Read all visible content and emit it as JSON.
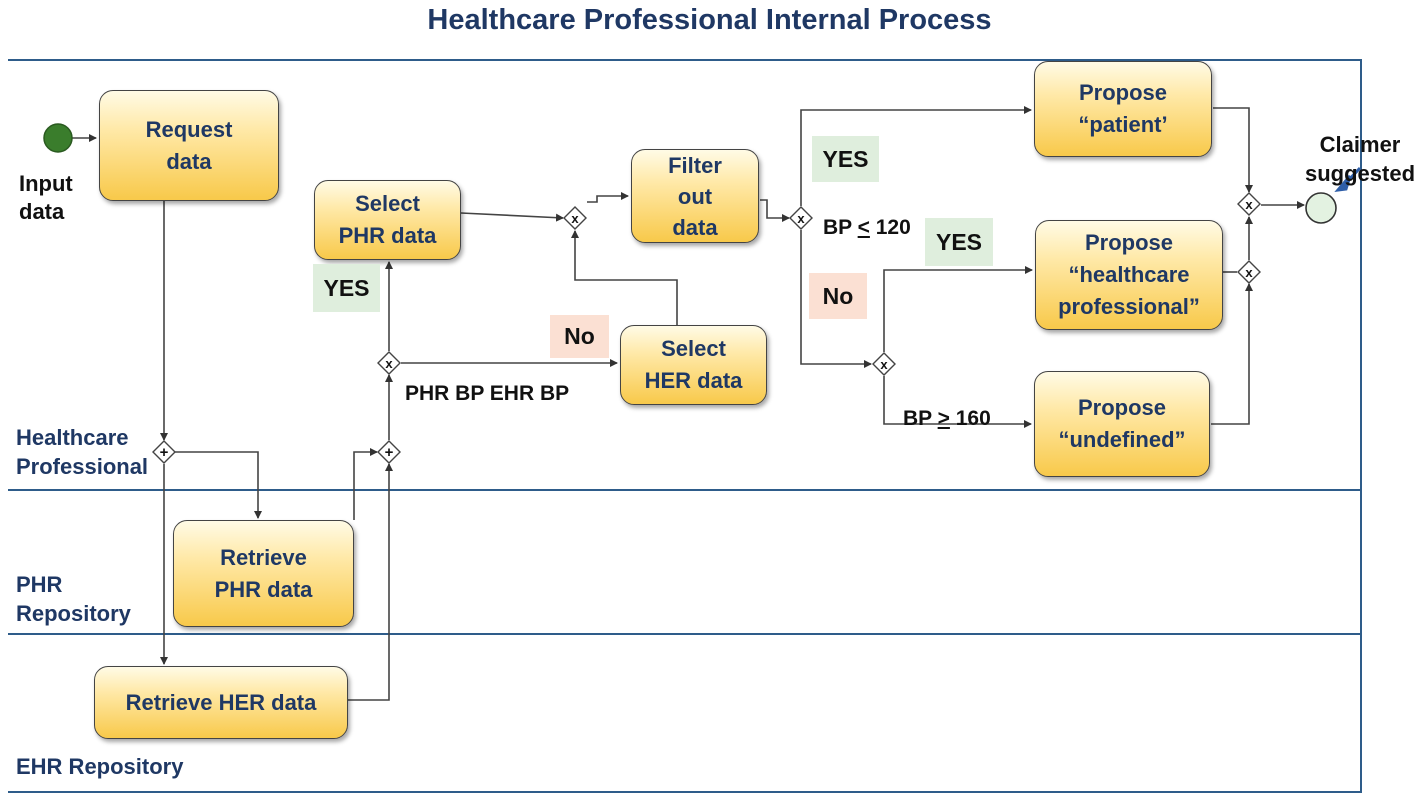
{
  "title": "Healthcare Professional Internal Process",
  "lanes": {
    "healthcare": "Healthcare\nProfessional",
    "phr": "PHR\nRepository",
    "ehr": "EHR Repository"
  },
  "events": {
    "start_label": "Input\ndata",
    "end_label": "Claimer\nsuggested"
  },
  "tasks": {
    "request_data": "Request\ndata",
    "select_phr": "Select\nPHR data",
    "filter_out": "Filter\nout\ndata",
    "select_her": "Select\nHER data",
    "propose_patient": "Propose\n“patient’",
    "propose_hp": "Propose\n“healthcare\nprofessional”",
    "propose_undefined": "Propose\n“undefined”",
    "retrieve_phr": "Retrieve\nPHR data",
    "retrieve_her": "Retrieve HER data"
  },
  "conditions": {
    "phr_ehr_bp": "PHR BP EHR BP",
    "bp_le_120_prefix": "BP ",
    "bp_le_120_symbol": "<",
    "bp_le_120_value": " 120",
    "bp_ge_160_prefix": "BP ",
    "bp_ge_160_symbol": ">",
    "bp_ge_160_value": " 160",
    "yes": "YES",
    "no": "No"
  },
  "gateways": {
    "exclusive_symbol": "x",
    "parallel_symbol": "+"
  },
  "colors": {
    "title": "#1f3864",
    "task_fill": "#f8c94a",
    "start_event": "#3a7d2c",
    "end_event": "#e3f2e1",
    "yes_badge": "#dfeedd",
    "no_badge": "#fbe0d3"
  }
}
